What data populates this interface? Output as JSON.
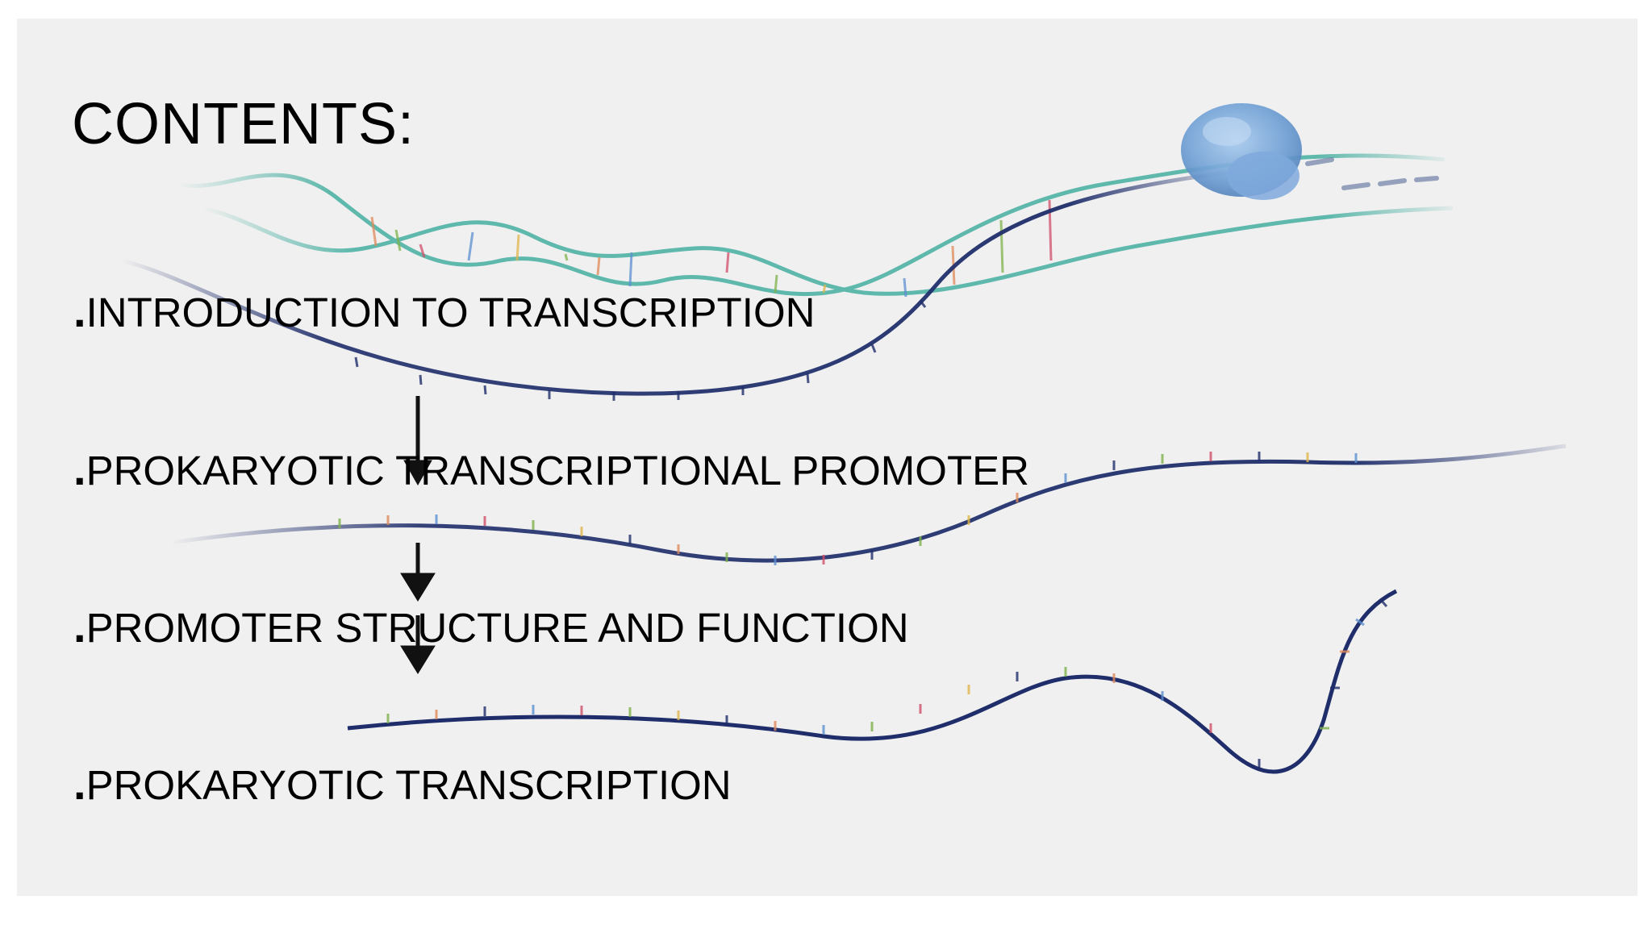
{
  "slide": {
    "title": "CONTENTS:",
    "bullet_glyph": ".",
    "items": [
      {
        "label": "INTRODUCTION TO TRANSCRIPTION"
      },
      {
        "label": "PROKARYOTIC TRANSCRIPTIONAL PROMOTER"
      },
      {
        "label": "PROMOTER STRUCTURE AND FUNCTION"
      },
      {
        "label": "PROKARYOTIC TRANSCRIPTION"
      }
    ]
  },
  "illustration": {
    "subject": "DNA double helix being transcribed by RNA polymerase into single RNA strands",
    "icons": [
      "dna-helix-icon",
      "rna-polymerase-icon",
      "rna-strand-icon",
      "down-arrow-icon"
    ]
  },
  "colors": {
    "background": "#f0f0f0",
    "page": "#ffffff",
    "text": "#000000",
    "helix_strand": "#5fb8ac",
    "rna_strand": "#1f2e6b",
    "polymerase": "#6f9fd4",
    "arrow": "#111111"
  }
}
